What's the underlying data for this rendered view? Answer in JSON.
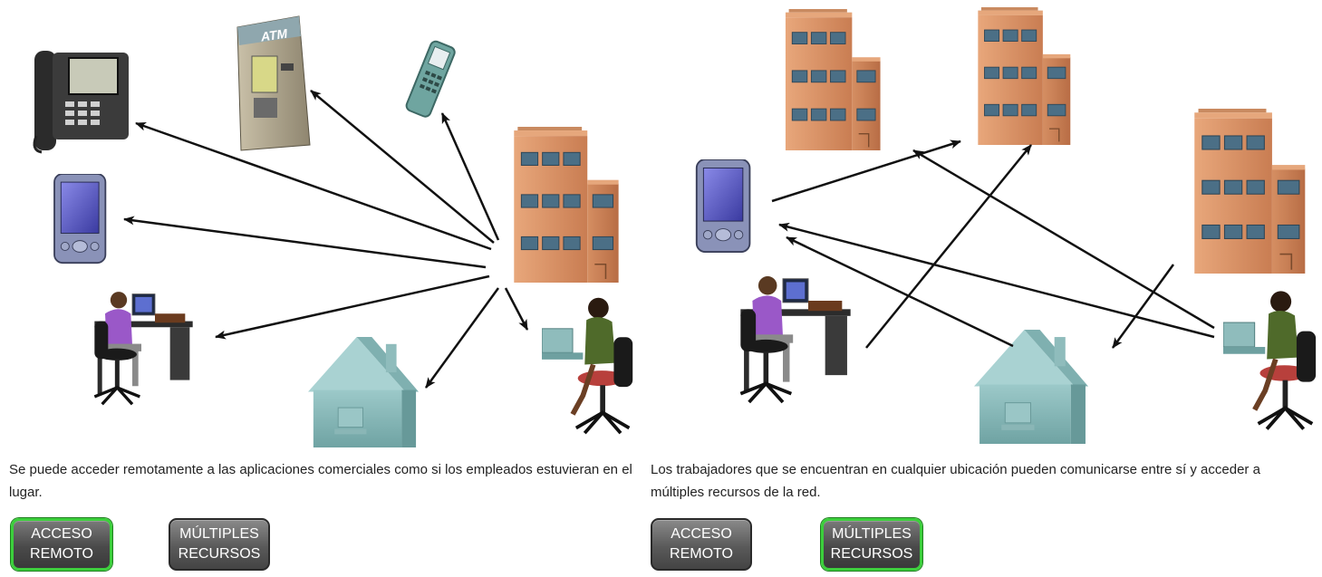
{
  "left_panel": {
    "caption": "Se puede acceder remotamente a las aplicaciones comerciales como si los empleados estuvieran en el lugar.",
    "atm_label": "ATM",
    "buttons": {
      "acceso": "ACCESO\nREMOTO",
      "multiples": "MÚLTIPLES\nRECURSOS"
    },
    "active_button": "acceso"
  },
  "right_panel": {
    "caption": "Los trabajadores que se encuentran en cualquier ubicación pueden comunicarse entre sí y acceder a múltiples recursos de la red.",
    "buttons": {
      "acceso": "ACCESO\nREMOTO",
      "multiples": "MÚLTIPLES\nRECURSOS"
    },
    "active_button": "multiples"
  },
  "colors": {
    "active_border": "#3ccf3c",
    "button_bg": "#555555",
    "building": "#d99266",
    "house": "#7fb3b3",
    "arrow": "#111111"
  }
}
